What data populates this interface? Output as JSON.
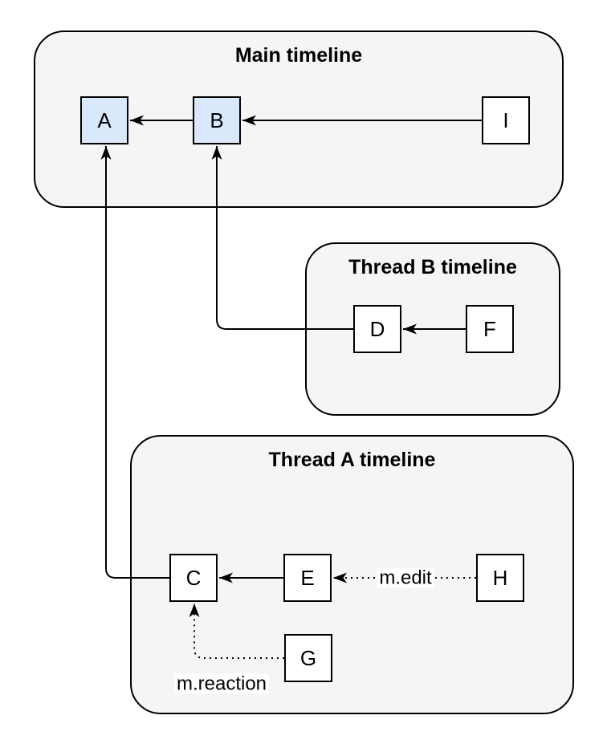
{
  "containers": {
    "main": {
      "title": "Main timeline"
    },
    "thread_b": {
      "title": "Thread B timeline"
    },
    "thread_a": {
      "title": "Thread A timeline"
    }
  },
  "nodes": {
    "a": {
      "label": "A",
      "highlighted": true
    },
    "b": {
      "label": "B",
      "highlighted": true
    },
    "i": {
      "label": "I",
      "highlighted": false
    },
    "d": {
      "label": "D",
      "highlighted": false
    },
    "f": {
      "label": "F",
      "highlighted": false
    },
    "c": {
      "label": "C",
      "highlighted": false
    },
    "e": {
      "label": "E",
      "highlighted": false
    },
    "h": {
      "label": "H",
      "highlighted": false
    },
    "g": {
      "label": "G",
      "highlighted": false
    }
  },
  "edge_labels": {
    "edit": "m.edit",
    "reaction": "m.reaction"
  },
  "edges": [
    {
      "from": "I",
      "to": "B",
      "style": "solid"
    },
    {
      "from": "B",
      "to": "A",
      "style": "solid"
    },
    {
      "from": "F",
      "to": "D",
      "style": "solid"
    },
    {
      "from": "D",
      "to": "B",
      "style": "solid"
    },
    {
      "from": "E",
      "to": "C",
      "style": "solid"
    },
    {
      "from": "H",
      "to": "E",
      "style": "dotted",
      "label": "m.edit"
    },
    {
      "from": "G",
      "to": "C",
      "style": "dotted",
      "label": "m.reaction"
    },
    {
      "from": "C",
      "to": "A",
      "style": "solid"
    }
  ],
  "colors": {
    "container_fill": "#f5f5f5",
    "node_fill": "#ffffff",
    "node_highlight_fill": "#dae8fc",
    "stroke": "#000000",
    "label_background": "#ffffff"
  }
}
